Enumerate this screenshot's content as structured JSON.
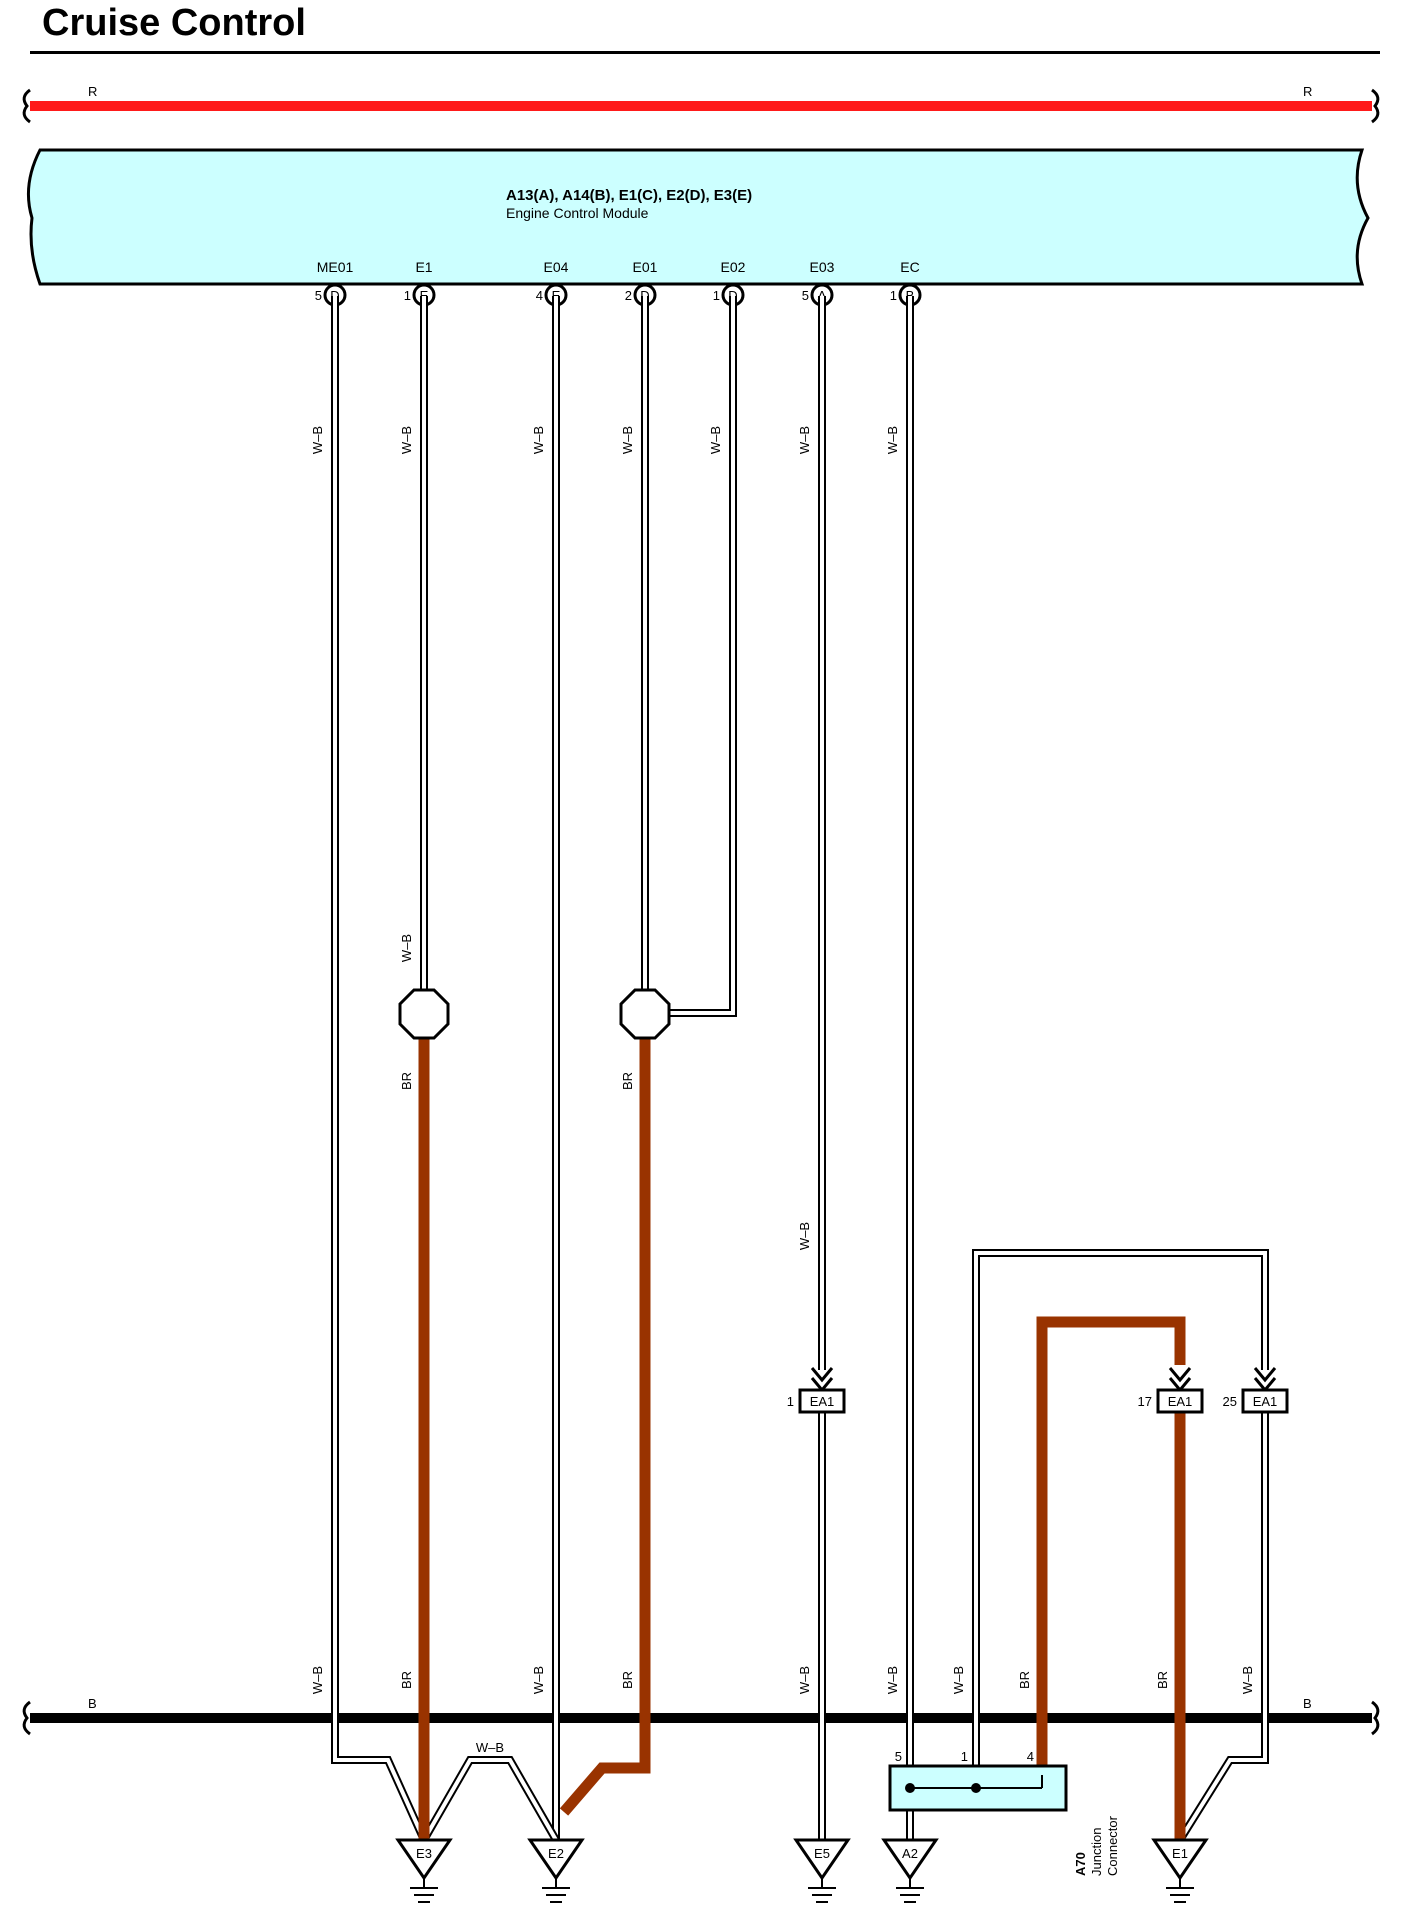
{
  "title": "Cruise Control",
  "colors": {
    "power_bus": "#ff1a1a",
    "ground_bus": "#000000",
    "br_wire": "#993300",
    "wb_wire": "#ffffff",
    "ecm_fill": "#ccffff",
    "junction_fill": "#ccffff"
  },
  "buses": {
    "power": {
      "left_label": "R",
      "right_label": "R"
    },
    "ground": {
      "left_label": "B",
      "right_label": "B"
    }
  },
  "ecm": {
    "connectors": "A13(A), A14(B), E1(C), E2(D), E3(E)",
    "name": "Engine Control Module",
    "pins": [
      {
        "name": "ME01",
        "num": "5",
        "conn": "D"
      },
      {
        "name": "E1",
        "num": "1",
        "conn": "E"
      },
      {
        "name": "E04",
        "num": "4",
        "conn": "E"
      },
      {
        "name": "E01",
        "num": "2",
        "conn": "D"
      },
      {
        "name": "E02",
        "num": "1",
        "conn": "D"
      },
      {
        "name": "E03",
        "num": "5",
        "conn": "A"
      },
      {
        "name": "EC",
        "num": "1",
        "conn": "B"
      }
    ]
  },
  "wire_labels": {
    "top": [
      "W–B",
      "W–B",
      "W–B",
      "W–B",
      "W–B",
      "W–B",
      "W–B"
    ],
    "e1_upper": "W–B",
    "e1_lower": "BR",
    "e01_lower": "BR",
    "e03_mid": "W–B",
    "bottom": [
      "W–B",
      "BR",
      "W–B",
      "BR",
      "W–B",
      "W–B",
      "W–B",
      "BR",
      "BR",
      "W–B"
    ],
    "ground_link": "W–B"
  },
  "inline_connectors": [
    {
      "num": "1",
      "label": "EA1"
    },
    {
      "num": "17",
      "label": "EA1"
    },
    {
      "num": "25",
      "label": "EA1"
    }
  ],
  "junction": {
    "id": "A70",
    "line1": "Junction",
    "line2": "Connector",
    "pins": [
      "5",
      "1",
      "4"
    ]
  },
  "grounds": [
    "E3",
    "E2",
    "E5",
    "A2",
    "E1"
  ]
}
